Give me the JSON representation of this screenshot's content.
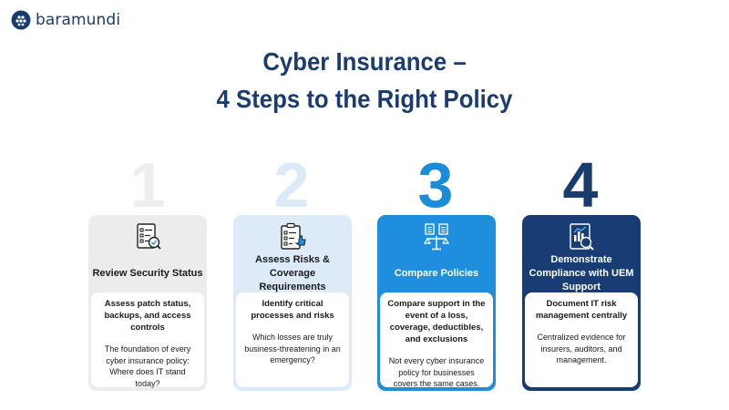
{
  "brand": {
    "name": "baramundi"
  },
  "title": {
    "line1": "Cyber Insurance –",
    "line2": "4 Steps to the Right Policy"
  },
  "steps": [
    {
      "number": "1",
      "title": "Review Security Status",
      "main": "Assess patch status, backups, and access controls",
      "sub": "The foundation of every cyber insurance policy: Where does IT stand today?",
      "icon": "checklist-magnifier-icon"
    },
    {
      "number": "2",
      "title": "Assess Risks & Coverage Requirements",
      "main": "Identify critical processes and risks",
      "sub": "Which losses are truly business-threatening in an emergency?",
      "icon": "clipboard-thumbs-up-icon"
    },
    {
      "number": "3",
      "title": "Compare Policies",
      "main": "Compare support in the event of a loss, coverage, deductibles, and exclusions",
      "sub": "Not every cyber insurance policy for businesses covers the same cases.",
      "icon": "scale-documents-icon"
    },
    {
      "number": "4",
      "title": "Demonstrate Compliance with UEM Support",
      "main": "Document IT risk management centrally",
      "sub": "Centralized evidence for insurers, auditors, and management.",
      "icon": "report-chart-magnifier-icon"
    }
  ],
  "colors": {
    "navy": "#1a3c6e",
    "blue": "#1f8fdd",
    "light_blue": "#ddeaf8",
    "light_gray": "#ececec"
  }
}
